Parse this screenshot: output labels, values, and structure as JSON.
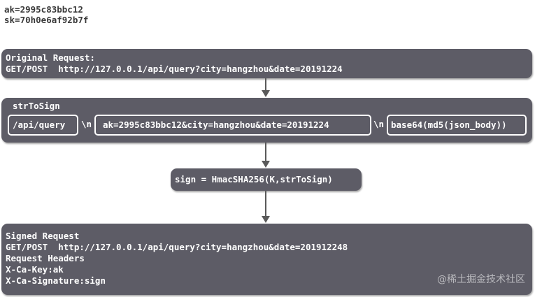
{
  "credentials": {
    "ak": "ak=2995c83bbc12",
    "sk": "sk=70h0e6af92b7f"
  },
  "original_request": {
    "title": "Original Request:",
    "line": "GET/POST  http://127.0.0.1/api/query?city=hangzhou&date=20191224"
  },
  "str_to_sign": {
    "title": "strToSign",
    "path": "/api/query",
    "separator": "\\n",
    "query": "ak=2995c83bbc12&city=hangzhou&date=20191224",
    "body_hash": "base64(md5(json_body))"
  },
  "sign": {
    "formula": "sign = HmacSHA256(K,strToSign)"
  },
  "signed_request": {
    "title": "Signed Request",
    "line": "GET/POST  http://127.0.0.1/api/query?city=hangzhou&date=201912248",
    "headers_title": "Request Headers",
    "header_key": "X-Ca-Key:ak",
    "header_signature": "X-Ca-Signature:sign"
  },
  "watermark": "@稀土掘金技术社区",
  "colors": {
    "box": "#5d5c66",
    "text_on_box": "#ffffff",
    "arrow": "#5a5a5a"
  }
}
